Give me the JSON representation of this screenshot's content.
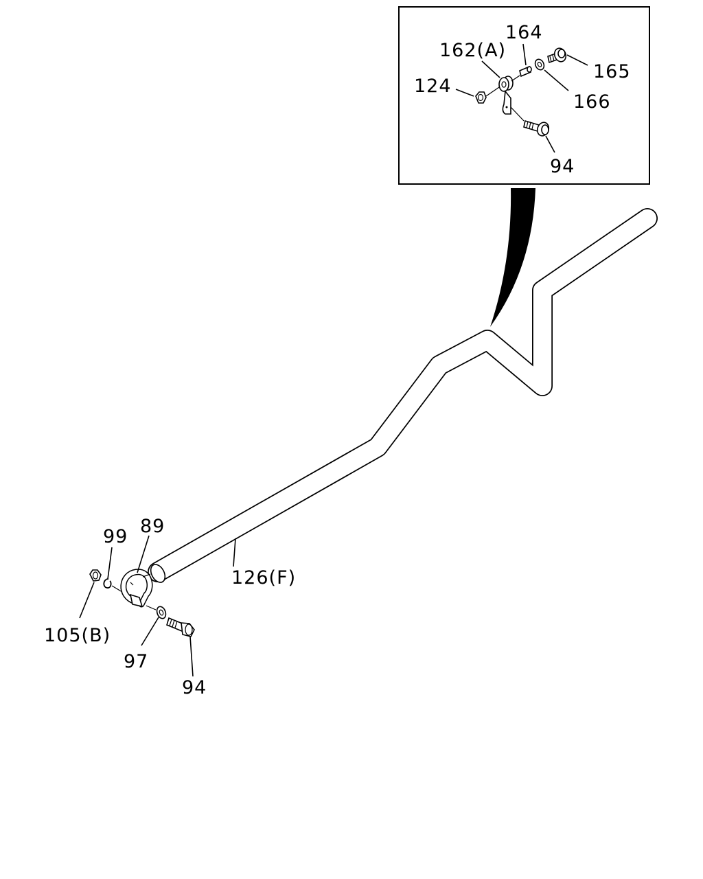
{
  "callouts": {
    "c162a": "162(A)",
    "c164": "164",
    "c165": "165",
    "c124": "124",
    "c166": "166",
    "c94_detail": "94",
    "c99": "99",
    "c89": "89",
    "c126f": "126(F)",
    "c105b": "105(B)",
    "c97": "97",
    "c94_main": "94"
  }
}
